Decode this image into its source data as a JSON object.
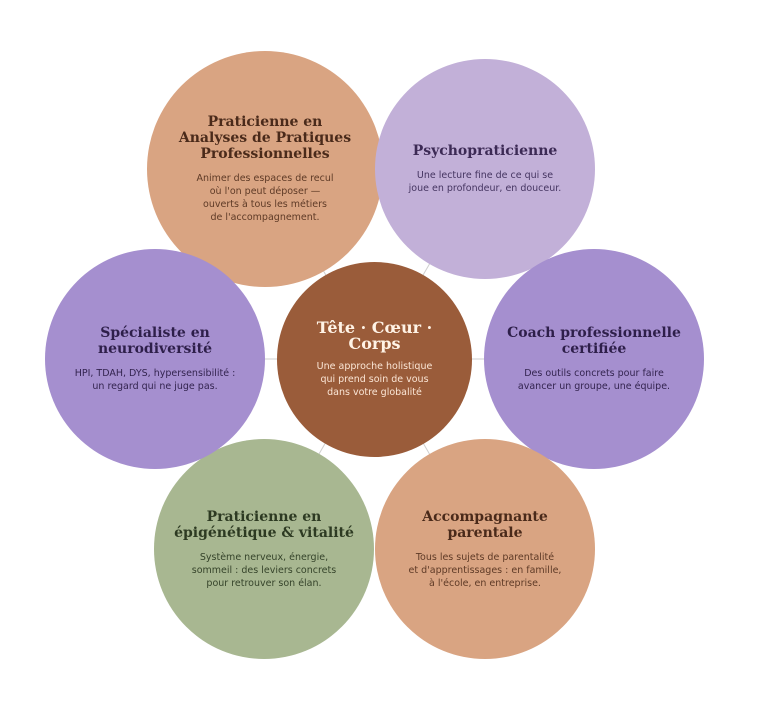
{
  "colors": {
    "orange": "#d9a482",
    "lavender": "#c2b0d8",
    "purple": "#a58fcf",
    "green": "#a8b791",
    "center": "#9a5c3a",
    "connector": "#cfcfcf"
  },
  "center": {
    "title": "Tête · Cœur · Corps",
    "desc": [
      "Une approche holistique",
      "qui prend soin de vous",
      "dans votre globalité"
    ]
  },
  "nodes": [
    {
      "title": [
        "Praticienne en",
        "Analyses de Pratiques",
        "Professionnelles"
      ],
      "desc": [
        "Animer des espaces de recul",
        "où l'on peut déposer —",
        "ouverts à tous les métiers",
        "de l'accompagnement."
      ]
    },
    {
      "title": [
        "Psychopraticienne"
      ],
      "desc": [
        "Une lecture fine de ce qui se",
        "joue en profondeur, en douceur."
      ]
    },
    {
      "title": [
        "Coach professionnelle",
        "certifiée"
      ],
      "desc": [
        "Des outils concrets pour faire",
        "avancer un groupe, une équipe."
      ]
    },
    {
      "title": [
        "Accompagnante",
        "parentale"
      ],
      "desc": [
        "Tous les sujets de parentalité",
        "et d'apprentissages : en famille,",
        "à l'école, en entreprise."
      ]
    },
    {
      "title": [
        "Praticienne en",
        "épigénétique & vitalité"
      ],
      "desc": [
        "Système nerveux, énergie,",
        "sommeil : des leviers concrets",
        "pour retrouver son élan."
      ]
    },
    {
      "title": [
        "Spécialiste en",
        "neurodiversité"
      ],
      "desc": [
        "HPI, TDAH, DYS, hypersensibilité :",
        "un regard qui ne juge pas."
      ]
    }
  ]
}
